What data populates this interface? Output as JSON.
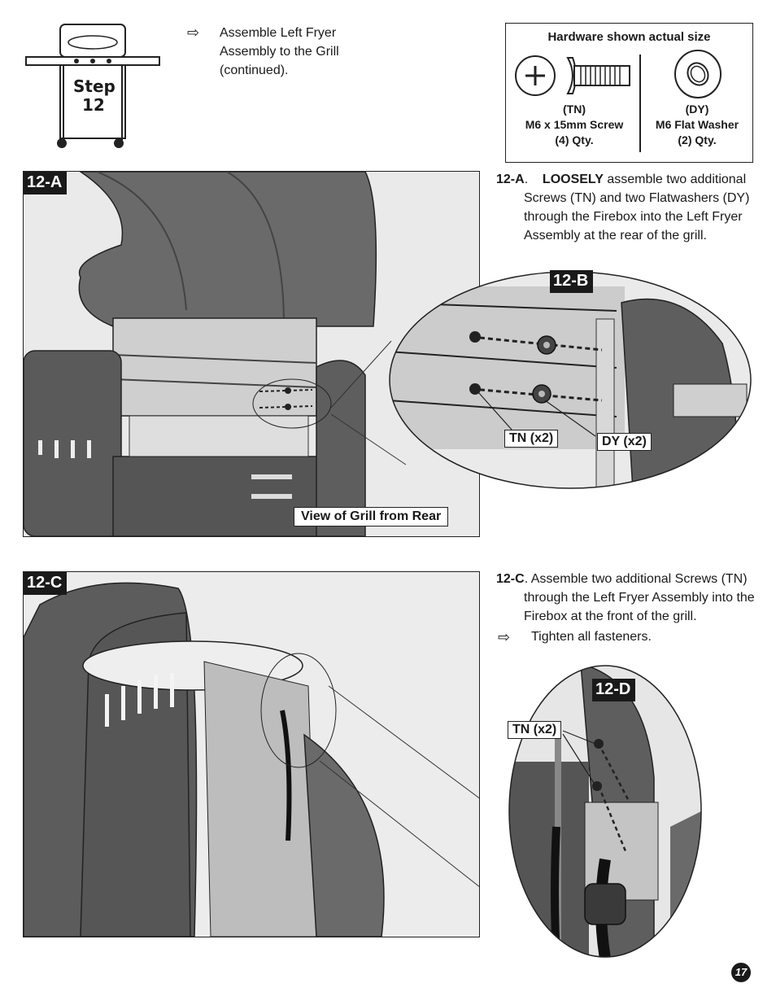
{
  "step": {
    "label": "Step",
    "number": "12"
  },
  "intro": {
    "bullet_icon": "arrow-right-icon",
    "line1": "Assemble Left Fryer",
    "line2": "Assembly  to the Grill",
    "line3": "(continued)."
  },
  "hardware": {
    "title": "Hardware shown actual size",
    "items": [
      {
        "code": "(TN)",
        "name": "M6 x 15mm Screw",
        "qty": "(4) Qty."
      },
      {
        "code": "(DY)",
        "name": "M6 Flat Washer",
        "qty": "(2) Qty."
      }
    ]
  },
  "panel_a": {
    "tag": "12-A",
    "caption": "View of Grill from Rear"
  },
  "panel_b": {
    "tag": "12-B",
    "callout_tn": "TN (x2)",
    "callout_dy": "DY (x2)"
  },
  "panel_c": {
    "tag": "12-C"
  },
  "panel_d": {
    "tag": "12-D",
    "callout_tn": "TN (x2)"
  },
  "instr_a": {
    "id": "12-A",
    "dot": ".",
    "emph": "LOOSELY",
    "line1_rest": " assemble two additional",
    "line2": "Screws (TN) and two Flatwashers (DY)",
    "line3": "through the Firebox into the Left Fryer",
    "line4": "Assembly at the rear of the grill."
  },
  "instr_c": {
    "id": "12-C",
    "line1": ".   Assemble two additional Screws (TN)",
    "line2": "through the Left Fryer Assembly into the",
    "line3": "Firebox at the front of the grill.",
    "bullet": "Tighten all fasteners."
  },
  "page_number": "17",
  "colors": {
    "ink": "#1a1a1a",
    "metal_dark": "#5a5a5a",
    "metal_light": "#d8d8d8"
  }
}
